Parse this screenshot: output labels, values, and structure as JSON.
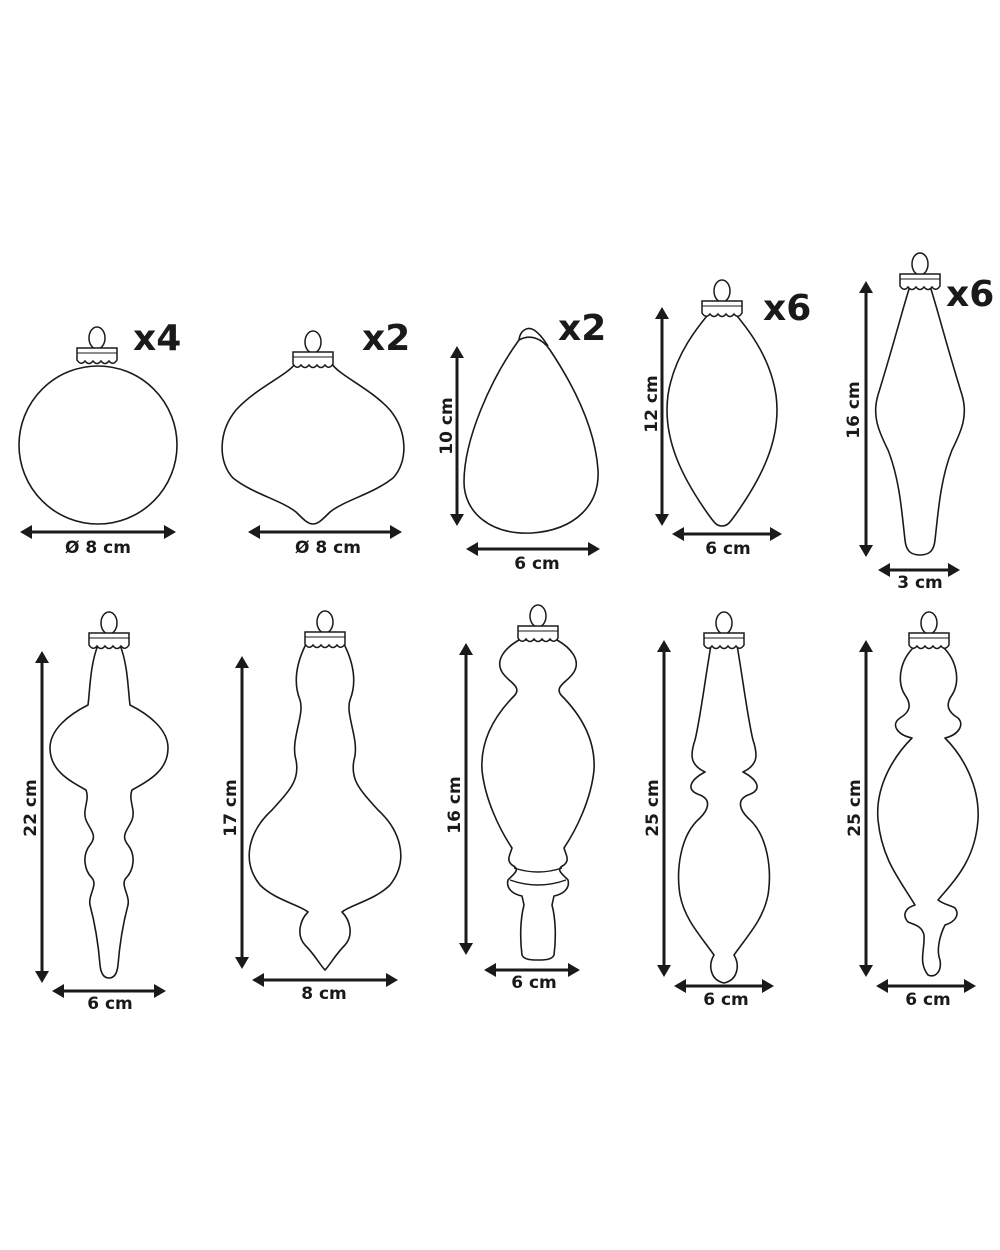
{
  "ornaments": [
    {
      "name": "round-ball",
      "quantity": "x4",
      "width_label": "Ø 8 cm",
      "height_label": ""
    },
    {
      "name": "onion",
      "quantity": "x2",
      "width_label": "Ø 8 cm",
      "height_label": ""
    },
    {
      "name": "teardrop",
      "quantity": "x2",
      "width_label": "6 cm",
      "height_label": "10 cm"
    },
    {
      "name": "olive-drop",
      "quantity": "x6",
      "width_label": "6 cm",
      "height_label": "12 cm"
    },
    {
      "name": "slim-spindle",
      "quantity": "x6",
      "width_label": "3 cm",
      "height_label": "16 cm"
    },
    {
      "name": "finial-ribbed",
      "quantity": "",
      "width_label": "6 cm",
      "height_label": "22 cm"
    },
    {
      "name": "finial-onion-base",
      "quantity": "",
      "width_label": "8 cm",
      "height_label": "17 cm"
    },
    {
      "name": "finial-oval-ringed",
      "quantity": "",
      "width_label": "6 cm",
      "height_label": "16 cm"
    },
    {
      "name": "finial-long-bulb",
      "quantity": "",
      "width_label": "6 cm",
      "height_label": "25 cm"
    },
    {
      "name": "finial-long-teardrop",
      "quantity": "",
      "width_label": "6 cm",
      "height_label": "25 cm"
    }
  ]
}
